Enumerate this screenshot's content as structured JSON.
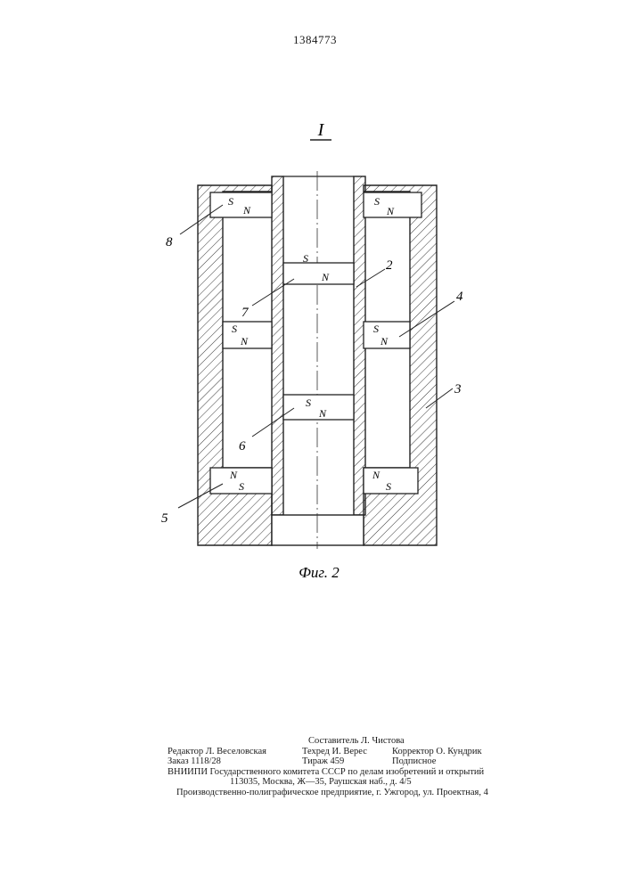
{
  "header": {
    "page_number": "1384773"
  },
  "figure": {
    "view_label": "I",
    "caption": "Фиг. 2",
    "part_numbers": [
      "8",
      "7",
      "2",
      "4",
      "3",
      "6",
      "5"
    ],
    "pole_labels": {
      "north": "N",
      "south": "S"
    }
  },
  "imprint": {
    "composer": "Составитель Л. Чистова",
    "editor": "Редактор Л. Веселовская",
    "tech_editor": "Техред И. Верес",
    "proofreader": "Корректор О. Кундрик",
    "order": "Заказ 1118/28",
    "circulation": "Тираж 459",
    "subscription": "Подписное",
    "institute": "ВНИИПИ Государственного комитета СССР по делам изобретений и открытий",
    "address": "113035, Москва, Ж—35, Раушская наб., д. 4/5",
    "printer": "Производственно-полиграфическое предприятие, г. Ужгород, ул. Проектная, 4"
  }
}
